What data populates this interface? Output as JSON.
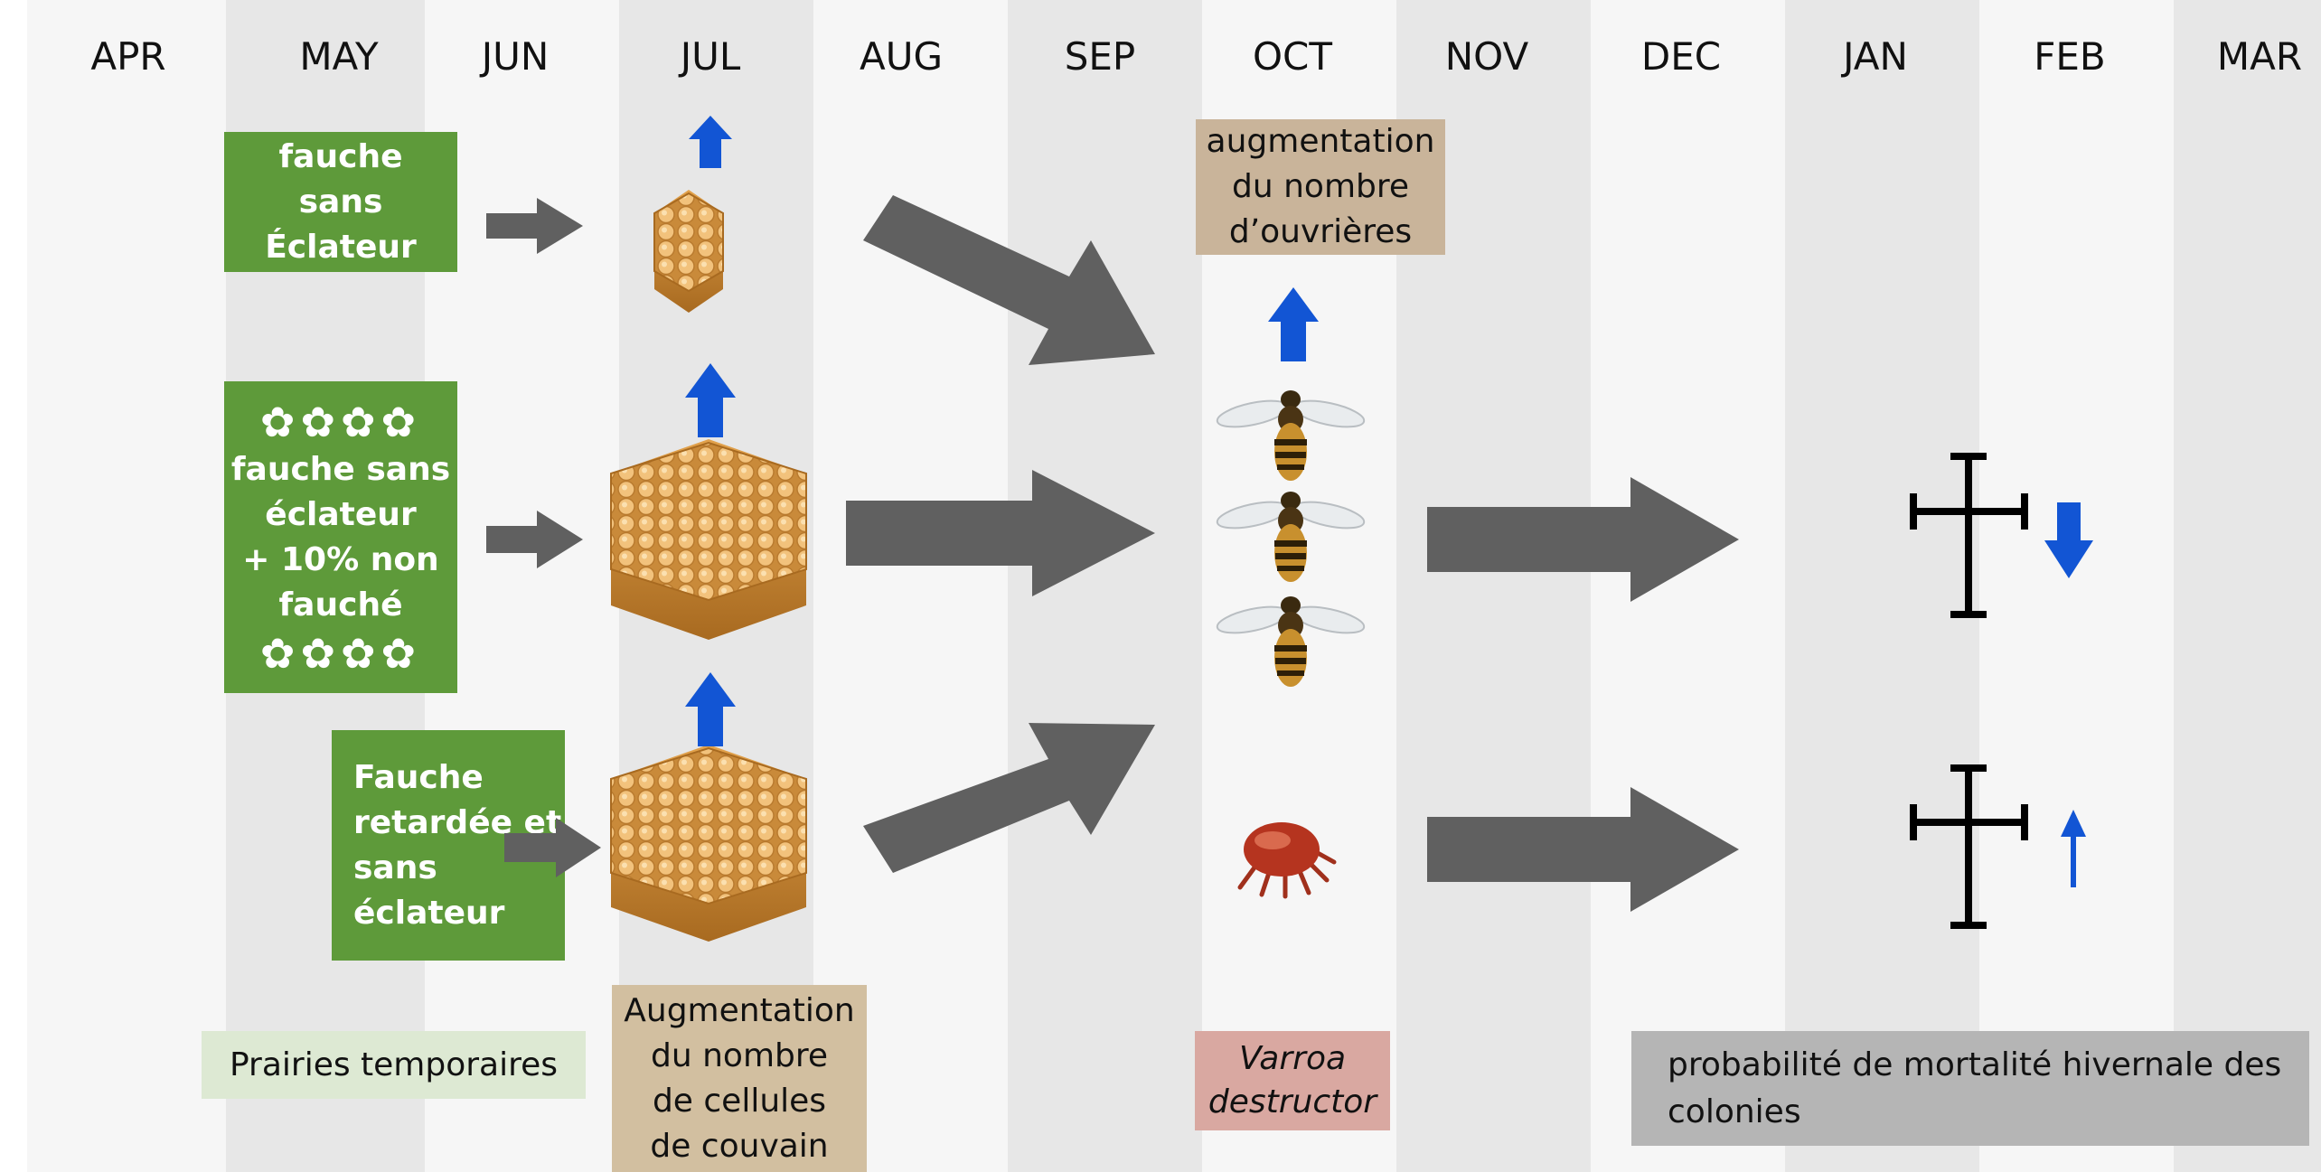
{
  "months": [
    "APR",
    "MAY",
    "JUN",
    "JUL",
    "AUG",
    "SEP",
    "OCT",
    "NOV",
    "DEC",
    "JAN",
    "FEB",
    "MAR"
  ],
  "boxes": {
    "mowing_no_conditioner": {
      "lines": [
        "fauche",
        "sans",
        "Éclateur"
      ]
    },
    "mowing_refuge": {
      "daisies_top": "✿✿✿✿",
      "lines": [
        "fauche sans",
        "éclateur",
        "+ 10% non",
        "fauché"
      ],
      "daisies_bottom": "✿✿✿✿"
    },
    "mowing_delayed": {
      "lines": [
        "Fauche",
        "retardée et",
        "sans",
        "éclateur"
      ]
    },
    "workers_increase": {
      "lines": [
        "augmentation",
        "du nombre",
        "d’ouvrières"
      ]
    },
    "brood_increase": {
      "lines": [
        "Augmentation",
        "du nombre",
        "de cellules",
        "de couvain"
      ]
    },
    "temporary_meadows": {
      "text": "Prairies temporaires"
    },
    "varroa": {
      "lines": [
        "Varroa",
        "destructor"
      ]
    },
    "winter_mortality": {
      "lines": [
        "probabilité de mortalité hivernale des",
        "colonies"
      ]
    }
  },
  "colors": {
    "green_box": "#5e9a3a",
    "tan_box": "#c9b49a",
    "pink_box": "#d9a8a1",
    "light_green_box": "#dde9d3",
    "grey_box": "#b5b5b5",
    "big_arrow": "#606060",
    "blue_arrow": "#1255d4",
    "honeycomb": "#e8b56a",
    "mite": "#b5341f",
    "cross": "#000000"
  },
  "icons": [
    "honeycomb-icon",
    "bee-icon",
    "varroa-mite-icon",
    "cross-icon",
    "daisy-icon",
    "up-arrow-icon",
    "down-arrow-icon",
    "right-arrow-icon"
  ],
  "trends": {
    "brood_small": "up",
    "brood_medium": "up",
    "brood_delayed": "up",
    "workers": "up",
    "mortality_refuge": "down",
    "mortality_varroa": "up"
  }
}
